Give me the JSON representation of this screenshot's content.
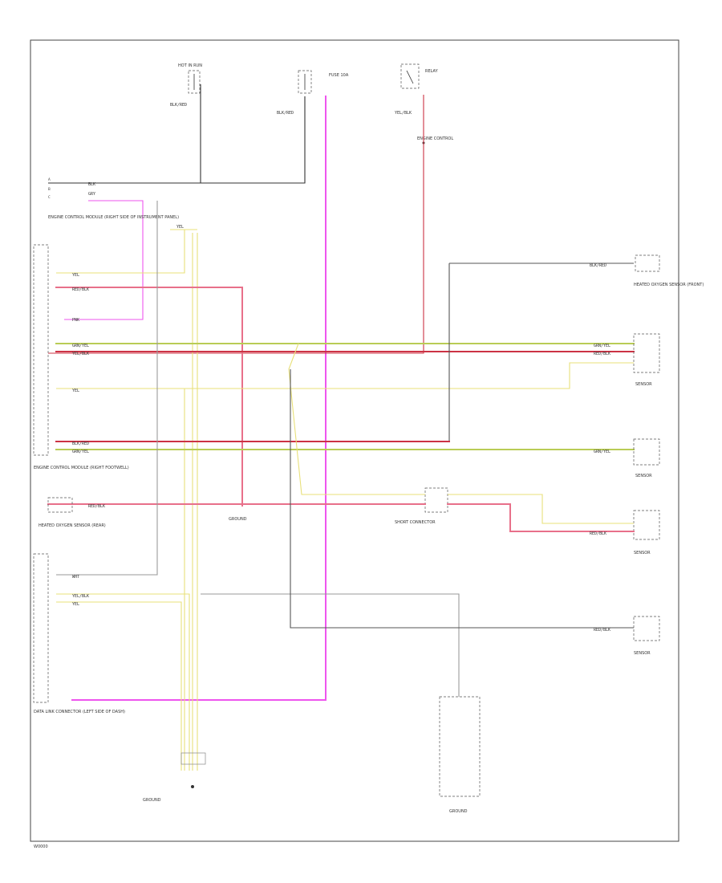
{
  "diagram": {
    "footer_code": "W0000",
    "colors": {
      "black": "#333333",
      "gray": "#9a9a9a",
      "pink": "#ee55ee",
      "red": "#cc3344",
      "red_light": "#e8708a",
      "yellow": "#e8e07a",
      "yellow_pale": "#f0ecaa",
      "green_yellow": "#b9cc55"
    },
    "components": {
      "hot_top_left": "HOT IN RUN",
      "junction_left": "ENGINE CONTROL MODULE (RIGHT SIDE OF INSTRUMENT PANEL)",
      "junction_mid": "FUSE 10A",
      "junction_right": "RELAY",
      "splice_a": "ENGINE CONTROL",
      "ecm_left": "ENGINE CONTROL MODULE (RIGHT FOOTWELL)",
      "tcm_left": "DATA LINK CONNECTOR (LEFT SIDE OF DASH)",
      "heated_oxygen_front": "HEATED OXYGEN SENSOR (FRONT)",
      "heated_oxygen_rear": "HEATED OXYGEN SENSOR (REAR)",
      "sensor_r1": "SENSOR",
      "sensor_r2": "SENSOR",
      "sensor_r3": "SENSOR",
      "sensor_r4": "SENSOR",
      "connector_mid": "SHORT CONNECTOR",
      "ground_bottom_left": "GROUND",
      "ground_bottom_right": "GROUND"
    },
    "wire_labels": {
      "blk_red": "BLK/RED",
      "pnk": "PNK",
      "red_blk": "RED/BLK",
      "yel": "YEL",
      "yel_blk": "YEL/BLK",
      "grn_yel": "GRN/YEL",
      "wht": "WHT",
      "blk": "BLK",
      "gry": "GRY"
    }
  }
}
